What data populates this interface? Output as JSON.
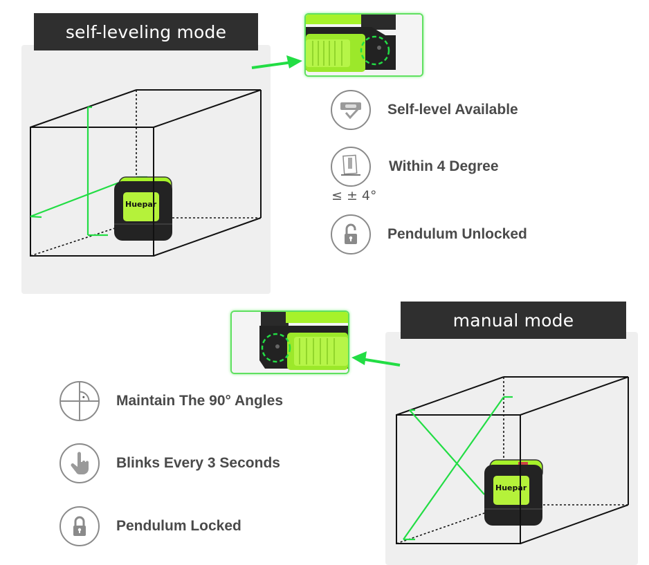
{
  "brand": {
    "accent_green": "#22dd44",
    "device_green": "#a6f22a",
    "banner_bg": "#2f2f2f",
    "panel_bg": "#efefef"
  },
  "self_leveling": {
    "banner": "self-leveling mode",
    "device_logo": "Huepar",
    "features": [
      {
        "icon": "level-check-icon",
        "label": "Self-level Available"
      },
      {
        "icon": "tilt-device-icon",
        "label": "Within 4 Degree",
        "sublabel": "≤ ± 4°"
      },
      {
        "icon": "unlocked-padlock-icon",
        "label": "Pendulum Unlocked"
      }
    ]
  },
  "manual": {
    "banner": "manual mode",
    "device_logo": "Huepar",
    "features": [
      {
        "icon": "right-angle-crosshair-icon",
        "label": "Maintain The 90° Angles"
      },
      {
        "icon": "pointing-hand-icon",
        "label": "Blinks Every 3 Seconds"
      },
      {
        "icon": "locked-padlock-icon",
        "label": "Pendulum Locked"
      }
    ]
  }
}
